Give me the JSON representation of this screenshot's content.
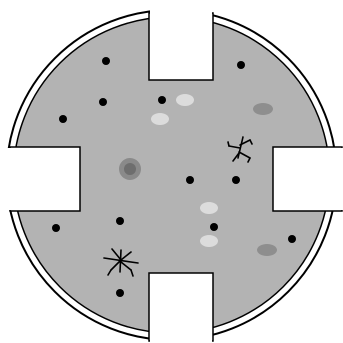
{
  "colors": {
    "background": "#ffffff",
    "arena_fill": "#b3b3b3",
    "outline": "#000000",
    "dot": "#000000",
    "light_spot": "#dcdcdc",
    "dark_spot": "#8e8e8e",
    "center_outer": "#8a8a8a",
    "center_inner": "#6e6e6e"
  },
  "icons": {
    "creature": "spider-figure",
    "spot": "ellipse",
    "marker": "dot"
  }
}
